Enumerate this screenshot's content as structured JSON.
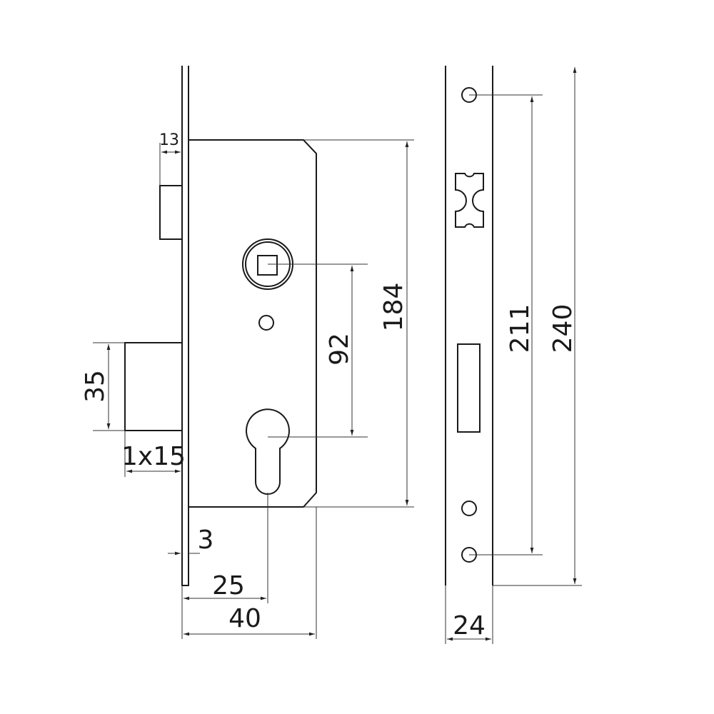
{
  "dimensions": {
    "backset_latch": "13",
    "bolt_height": "35",
    "bolt_throw": "1x15",
    "faceplate_thickness": "3",
    "backset": "25",
    "case_depth": "40",
    "center_distance": "92",
    "case_height": "184",
    "fixing_holes_distance": "211",
    "faceplate_length": "240",
    "faceplate_width": "24"
  },
  "colors": {
    "line": "#1a1a1a"
  }
}
